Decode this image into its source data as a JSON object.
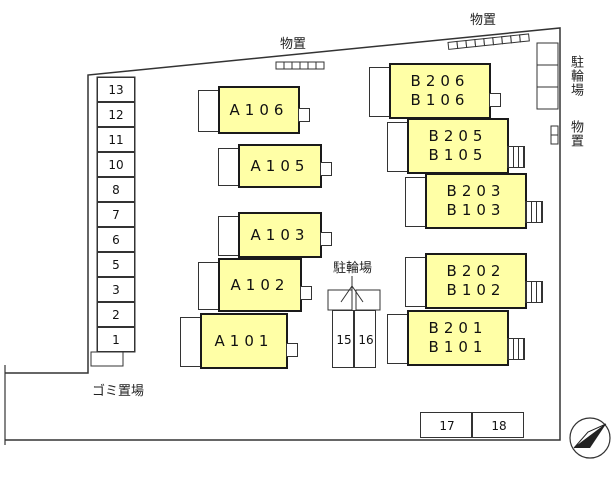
{
  "colors": {
    "building_fill": "#ffffa6",
    "building_border": "#1a1a1a",
    "line": "#333333"
  },
  "storage_label": "物置",
  "bike_parking_label": "駐輪場",
  "garbage_label": "ゴミ置場",
  "north_icon": "north-arrow-icon",
  "parking_left": [
    "13",
    "12",
    "11",
    "10",
    "8",
    "7",
    "6",
    "5",
    "3",
    "2",
    "1"
  ],
  "parking_center": [
    "15",
    "16"
  ],
  "parking_bottom": [
    "17",
    "18"
  ],
  "buildings_a": [
    "A106",
    "A105",
    "A103",
    "A102",
    "A101"
  ],
  "buildings_b": [
    [
      "B206",
      "B106"
    ],
    [
      "B205",
      "B105"
    ],
    [
      "B203",
      "B103"
    ],
    [
      "B202",
      "B102"
    ],
    [
      "B201",
      "B101"
    ]
  ]
}
